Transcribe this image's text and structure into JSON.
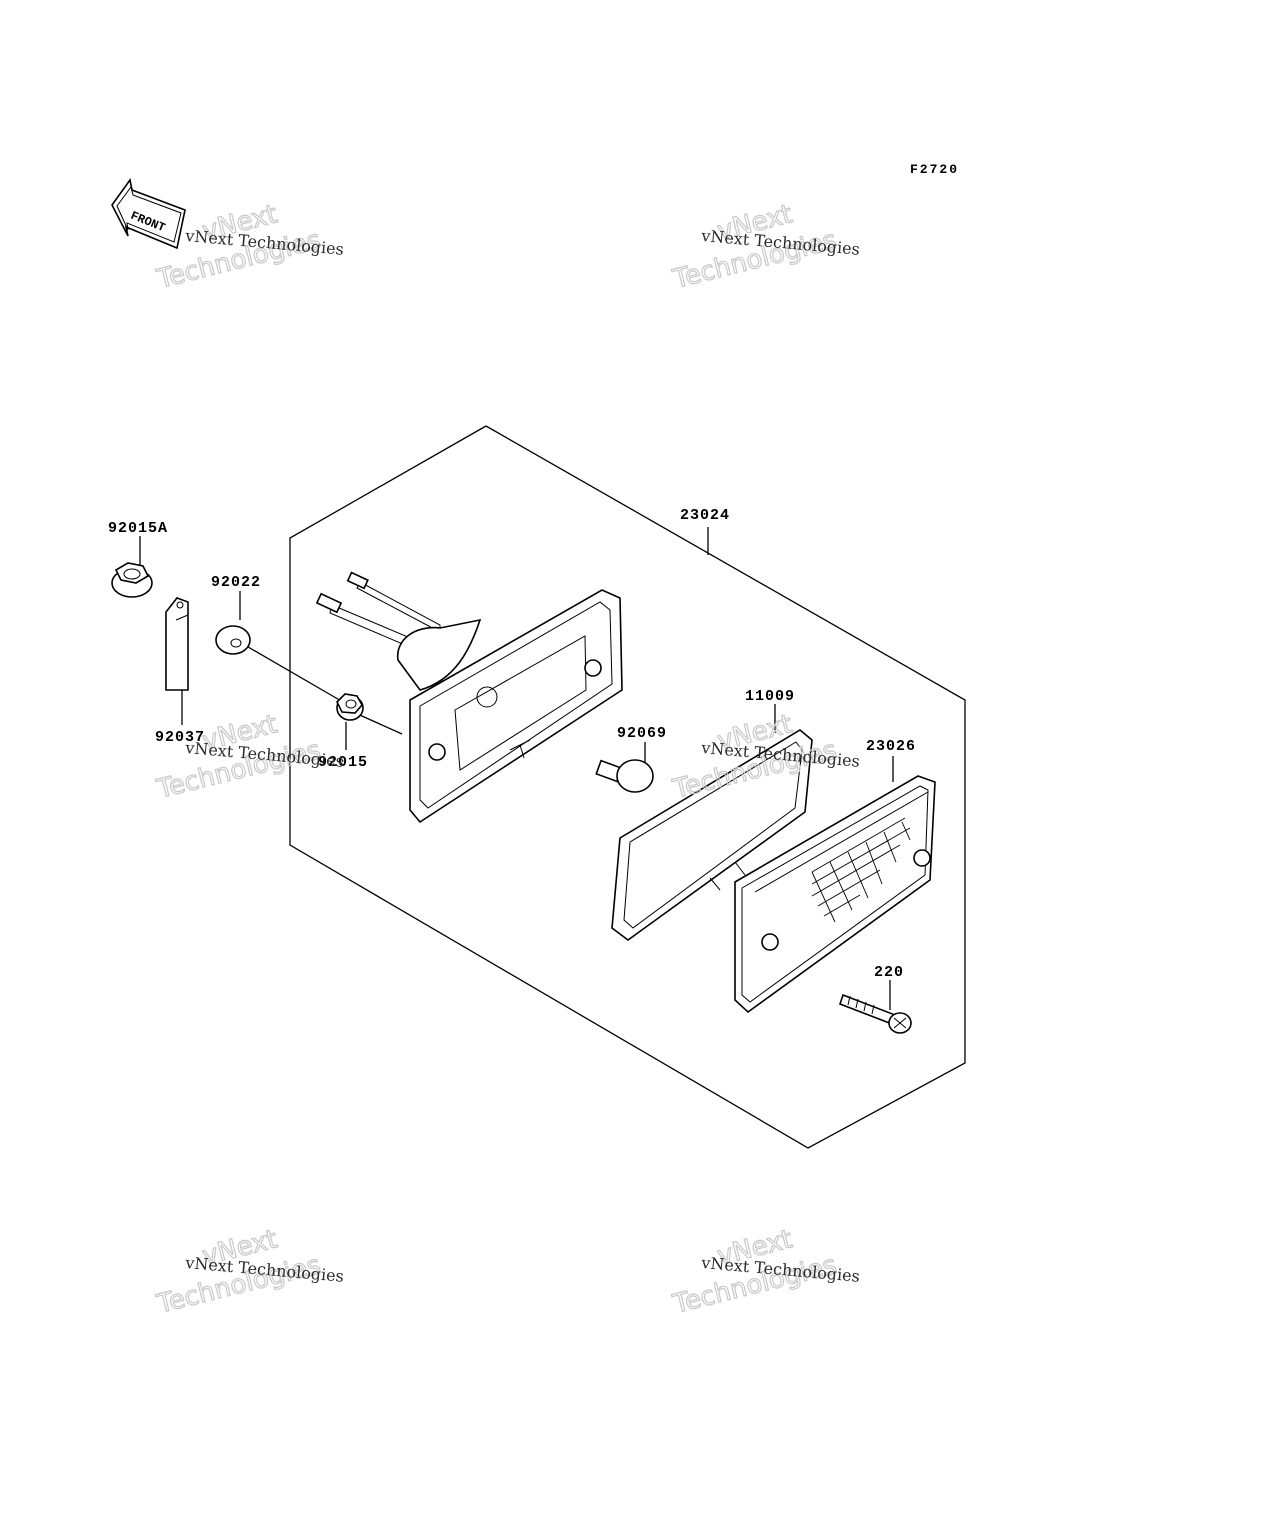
{
  "figure_code": "F2720",
  "front_arrow_label": "FRONT",
  "parts": [
    {
      "id": "p-23024",
      "label": "23024"
    },
    {
      "id": "p-92015a",
      "label": "92015A"
    },
    {
      "id": "p-92022",
      "label": "92022"
    },
    {
      "id": "p-92037",
      "label": "92037"
    },
    {
      "id": "p-92015",
      "label": "92015"
    },
    {
      "id": "p-92069",
      "label": "92069"
    },
    {
      "id": "p-11009",
      "label": "11009"
    },
    {
      "id": "p-23026",
      "label": "23026"
    },
    {
      "id": "p-220",
      "label": "220"
    }
  ],
  "watermark": {
    "small": "vNext Technologies",
    "big_top": "vNext",
    "big_bottom": "Technologies"
  }
}
